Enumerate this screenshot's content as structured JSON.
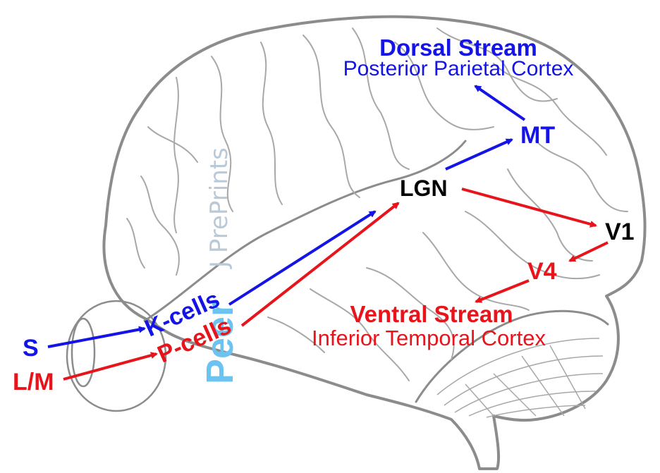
{
  "colors": {
    "blue": "#1414e6",
    "red": "#e8141b",
    "black": "#000000",
    "outline": "#8c8c8c",
    "fold": "#a8a8a8",
    "watermark_light": "#b9c9d8",
    "watermark_blue": "#6cc3ef"
  },
  "labels": {
    "dorsal_title": "Dorsal Stream",
    "dorsal_sub": "Posterior Parietal Cortex",
    "mt": "MT",
    "lgn": "LGN",
    "v1": "V1",
    "v4": "V4",
    "ventral_title": "Ventral Stream",
    "ventral_sub": "Inferior Temporal Cortex",
    "k_cells": "K-cells",
    "p_cells": "P-cells",
    "s": "S",
    "lm": "L/M"
  },
  "watermark": {
    "prefix": "Peer",
    "suffix": "J PrePrints"
  },
  "pathways": [
    {
      "from": "S",
      "to": "K-cells",
      "color": "blue"
    },
    {
      "from": "L/M",
      "to": "P-cells",
      "color": "red"
    },
    {
      "from": "K-cells",
      "to": "LGN",
      "color": "blue"
    },
    {
      "from": "P-cells",
      "to": "LGN",
      "color": "red"
    },
    {
      "from": "LGN",
      "to": "MT",
      "color": "blue"
    },
    {
      "from": "MT",
      "to": "Dorsal Stream",
      "color": "blue"
    },
    {
      "from": "LGN",
      "to": "V1",
      "color": "red"
    },
    {
      "from": "V1",
      "to": "V4",
      "color": "red"
    },
    {
      "from": "V4",
      "to": "Ventral Stream",
      "color": "red"
    }
  ]
}
